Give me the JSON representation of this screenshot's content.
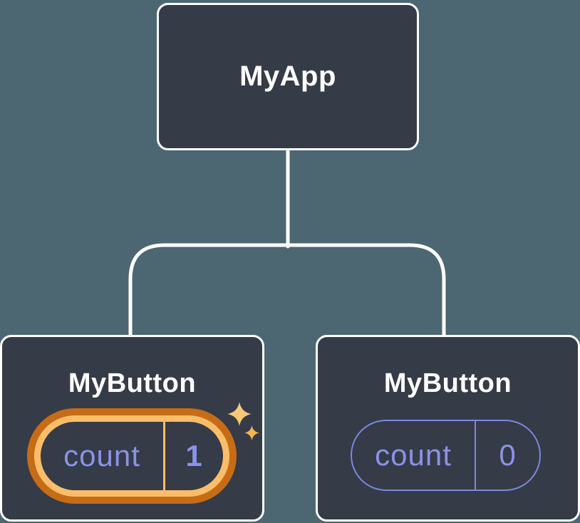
{
  "nodes": {
    "root": {
      "label": "MyApp"
    },
    "left_child": {
      "label": "MyButton",
      "state": {
        "name": "count",
        "value": "1"
      },
      "highlighted": true
    },
    "right_child": {
      "label": "MyButton",
      "state": {
        "name": "count",
        "value": "0"
      },
      "highlighted": false
    }
  },
  "icons": {
    "sparkle": "sparkle-icon"
  },
  "colors": {
    "background": "#4C6772",
    "node_fill": "#353B47",
    "node_border": "#FFFFFF",
    "connector": "#FFFFFF",
    "state_text": "#8A92E8",
    "state_pill_border": "#7D87E0",
    "highlight_outer": "#C76C16",
    "highlight_inner": "#FBBD69",
    "sparkle_big": "#F8C876",
    "sparkle_small": "#F3B750"
  }
}
